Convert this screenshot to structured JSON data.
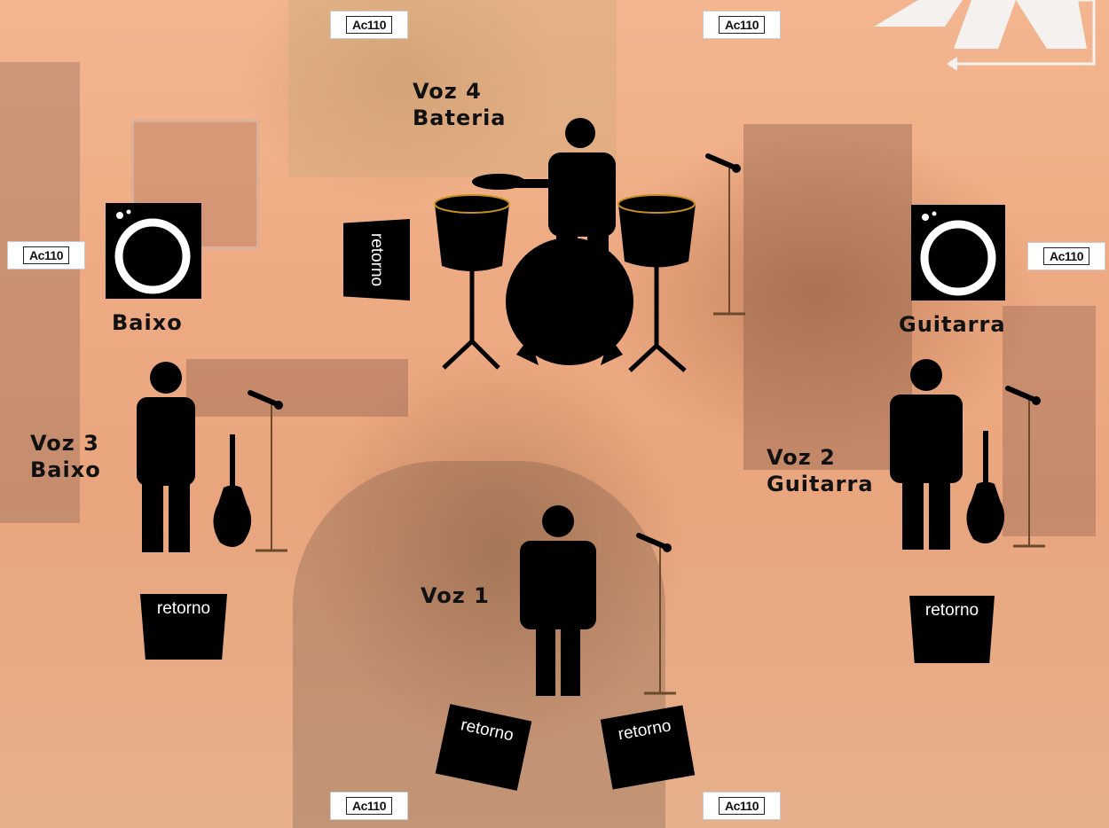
{
  "power_label": "Ac110",
  "monitor_label": "retorno",
  "labels": {
    "voz4_line1": "Voz 4",
    "voz4_line2": "Bateria",
    "baixo": "Baixo",
    "guitarra": "Guitarra",
    "voz3_line1": "Voz 3",
    "voz3_line2": "Baixo",
    "voz2_line1": "Voz 2",
    "voz2_line2": "Guitarra",
    "voz1": "Voz 1"
  },
  "logo_text": "AK",
  "colors": {
    "background": "#eeaa82",
    "silhouette": "#000000",
    "drum_rim": "#c8901e",
    "mic_stand": "#6b4a2a",
    "plate_bg": "#ffffff"
  }
}
